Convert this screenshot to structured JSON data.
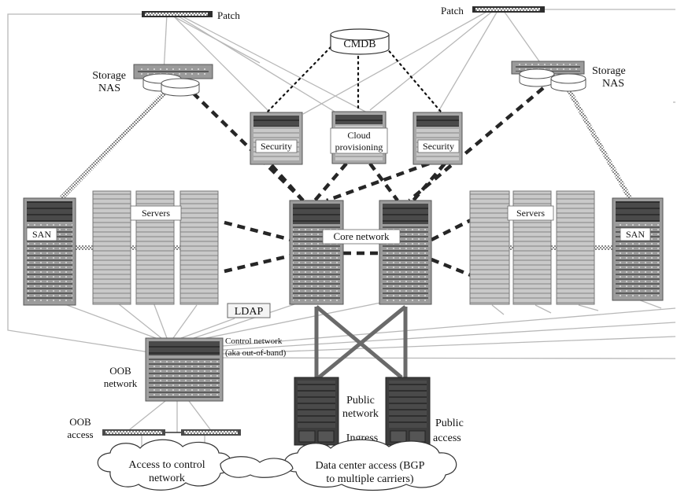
{
  "labels": {
    "patch_left": "Patch",
    "patch_right": "Patch",
    "cmdb": "CMDB",
    "storage_left_1": "Storage",
    "storage_left_2": "NAS",
    "storage_right_1": "Storage",
    "storage_right_2": "NAS",
    "security_left": "Security",
    "security_right": "Security",
    "cloud_1": "Cloud",
    "cloud_2": "provisioning",
    "servers_left": "Servers",
    "servers_right": "Servers",
    "san_left": "SAN",
    "san_right": "SAN",
    "core": "Core network",
    "ldap": "LDAP",
    "control_1": "Control network",
    "control_2": "(aka out-of-band)",
    "oob_net_1": "OOB",
    "oob_net_2": "network",
    "oob_acc_1": "OOB",
    "oob_acc_2": "access",
    "public_net_1": "Public",
    "public_net_2": "network",
    "ingress": "Ingress",
    "public_acc_1": "Public",
    "public_acc_2": "access",
    "cloud_ctrl_1": "Access to control",
    "cloud_ctrl_2": "network",
    "cloud_dc_1": "Data center access (BGP",
    "cloud_dc_2": "to multiple carriers)"
  },
  "colors": {
    "rack": "#8f8f8f",
    "rack_dark": "#555555",
    "rack_light": "#c4c4c4",
    "server_light": "#d0d0d0",
    "dashed_link": "#2b2b2b",
    "thin_link": "#b5b5b5",
    "public_link": "#6e6e6e",
    "stripe": "#9a9a9a"
  }
}
